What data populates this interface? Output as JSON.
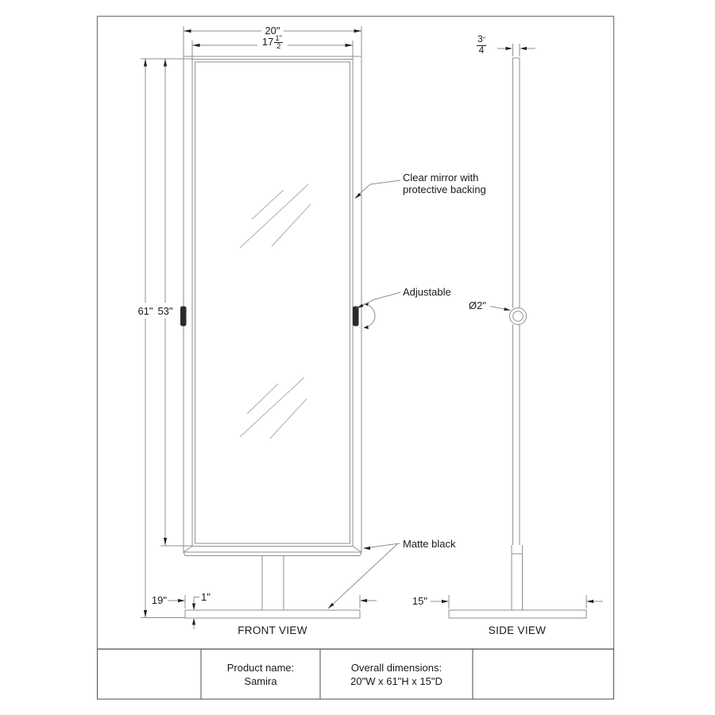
{
  "front_view": {
    "caption": "FRONT VIEW",
    "dim_width_outer": "20\"",
    "dim_width_inner_whole": "17",
    "dim_width_inner_num": "1",
    "dim_width_inner_den": "2",
    "dim_width_inner_unit": "\"",
    "dim_height_overall": "61\"",
    "dim_height_mirror": "53\"",
    "dim_base_width": "19\"",
    "dim_base_thickness": "1\"",
    "note_mirror_line1": "Clear mirror with",
    "note_mirror_line2": "protective backing",
    "note_adjustable": "Adjustable",
    "note_finish": "Matte black"
  },
  "side_view": {
    "caption": "SIDE VIEW",
    "dim_profile_num": "3",
    "dim_profile_den": "4",
    "dim_profile_unit": "\"",
    "dim_pivot_diameter": "Ø2\"",
    "dim_base_depth": "15\""
  },
  "title_block": {
    "product_name_label": "Product name:",
    "product_name": "Samira",
    "dimensions_label": "Overall dimensions:",
    "dimensions_value": "20\"W x 61\"H x 15\"D"
  },
  "colors": {
    "line": "#8f8f8f",
    "hatch": "#adadad",
    "arrow": "#1f1f1f",
    "text": "#1a1a1a",
    "border": "#848484"
  }
}
